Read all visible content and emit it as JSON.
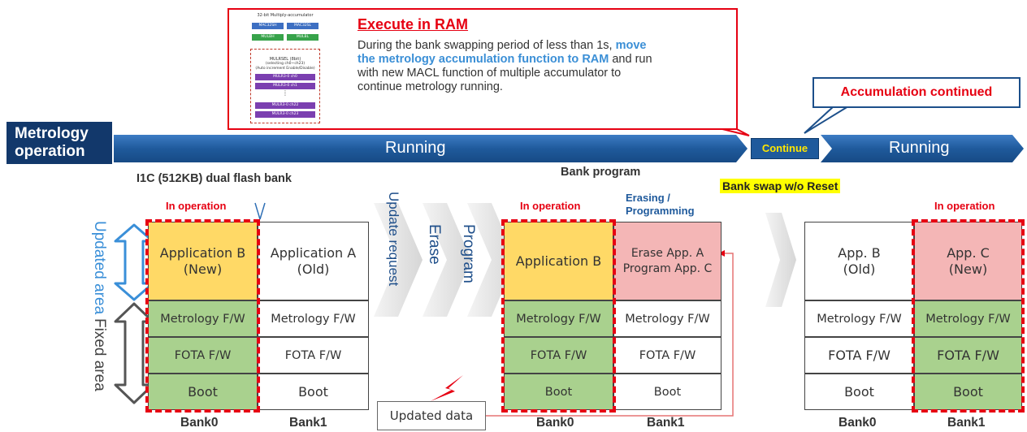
{
  "callout": {
    "title": "Execute in RAM",
    "body_1": "During the bank swapping period of less than 1s, ",
    "body_highlight": "move the metrology accumulation function to RAM",
    "body_2": " and run with new MACL function of multiple accumulator to continue metrology running."
  },
  "mac_diagram": {
    "title": "32-bit Multiply-accumulator",
    "row1": [
      "MAC32SH",
      "MAC32SL"
    ],
    "row2": [
      "MULBH",
      "MULBL"
    ],
    "mulrsel_1": "MULRSEL (8bit)",
    "mulrsel_2": "(selecting ch0~ch23)",
    "mulrsel_3": "(Auto increment Enable/Disable)",
    "channels": [
      "MULR3-0 ch0",
      "MULR3-0 ch1",
      "MULR3-0 ch22",
      "MULR3-0 ch23"
    ],
    "ellipsis": "⋮"
  },
  "timeline": {
    "metrology_label": "Metrology operation",
    "running_1": "Running",
    "continue": "Continue",
    "running_2": "Running",
    "accumulation": "Accumulation continued"
  },
  "left_section": {
    "header": "I1C (512KB) dual flash bank",
    "in_operation": "In operation",
    "updated_area": "Updated area",
    "fixed_area": "Fixed area",
    "bank0": [
      "Application B (New)",
      "Metrology F/W",
      "FOTA F/W",
      "Boot"
    ],
    "bank1": [
      "Application A (Old)",
      "Metrology F/W",
      "FOTA F/W",
      "Boot"
    ],
    "bank0_label": "Bank0",
    "bank1_label": "Bank1"
  },
  "steps": [
    "Update request",
    "Erase",
    "Program"
  ],
  "middle_section": {
    "header": "Bank program",
    "in_operation": "In operation",
    "erasing": "Erasing / Programming",
    "bank0": [
      "Application B",
      "Metrology F/W",
      "FOTA F/W",
      "Boot"
    ],
    "bank1_top_1": "Erase App. A",
    "bank1_top_2": "Program App. C",
    "bank1": [
      "Metrology F/W",
      "FOTA F/W",
      "Boot"
    ],
    "bank0_label": "Bank0",
    "bank1_label": "Bank1",
    "updated_data": "Updated data"
  },
  "right_section": {
    "swap_label": "Bank swap w/o Reset",
    "in_operation": "In operation",
    "bank0": [
      "App. B (Old)",
      "Metrology F/W",
      "FOTA F/W",
      "Boot"
    ],
    "bank1": [
      "App. C (New)",
      "Metrology F/W",
      "FOTA F/W",
      "Boot"
    ],
    "bank0_label": "Bank0",
    "bank1_label": "Bank1"
  },
  "colors": {
    "red": "#e60012",
    "navy": "#12386b",
    "blue": "#1f5a9c",
    "yellow_cell": "#ffd966",
    "green_cell": "#a9d18e",
    "pink_cell": "#f4b6b6"
  }
}
